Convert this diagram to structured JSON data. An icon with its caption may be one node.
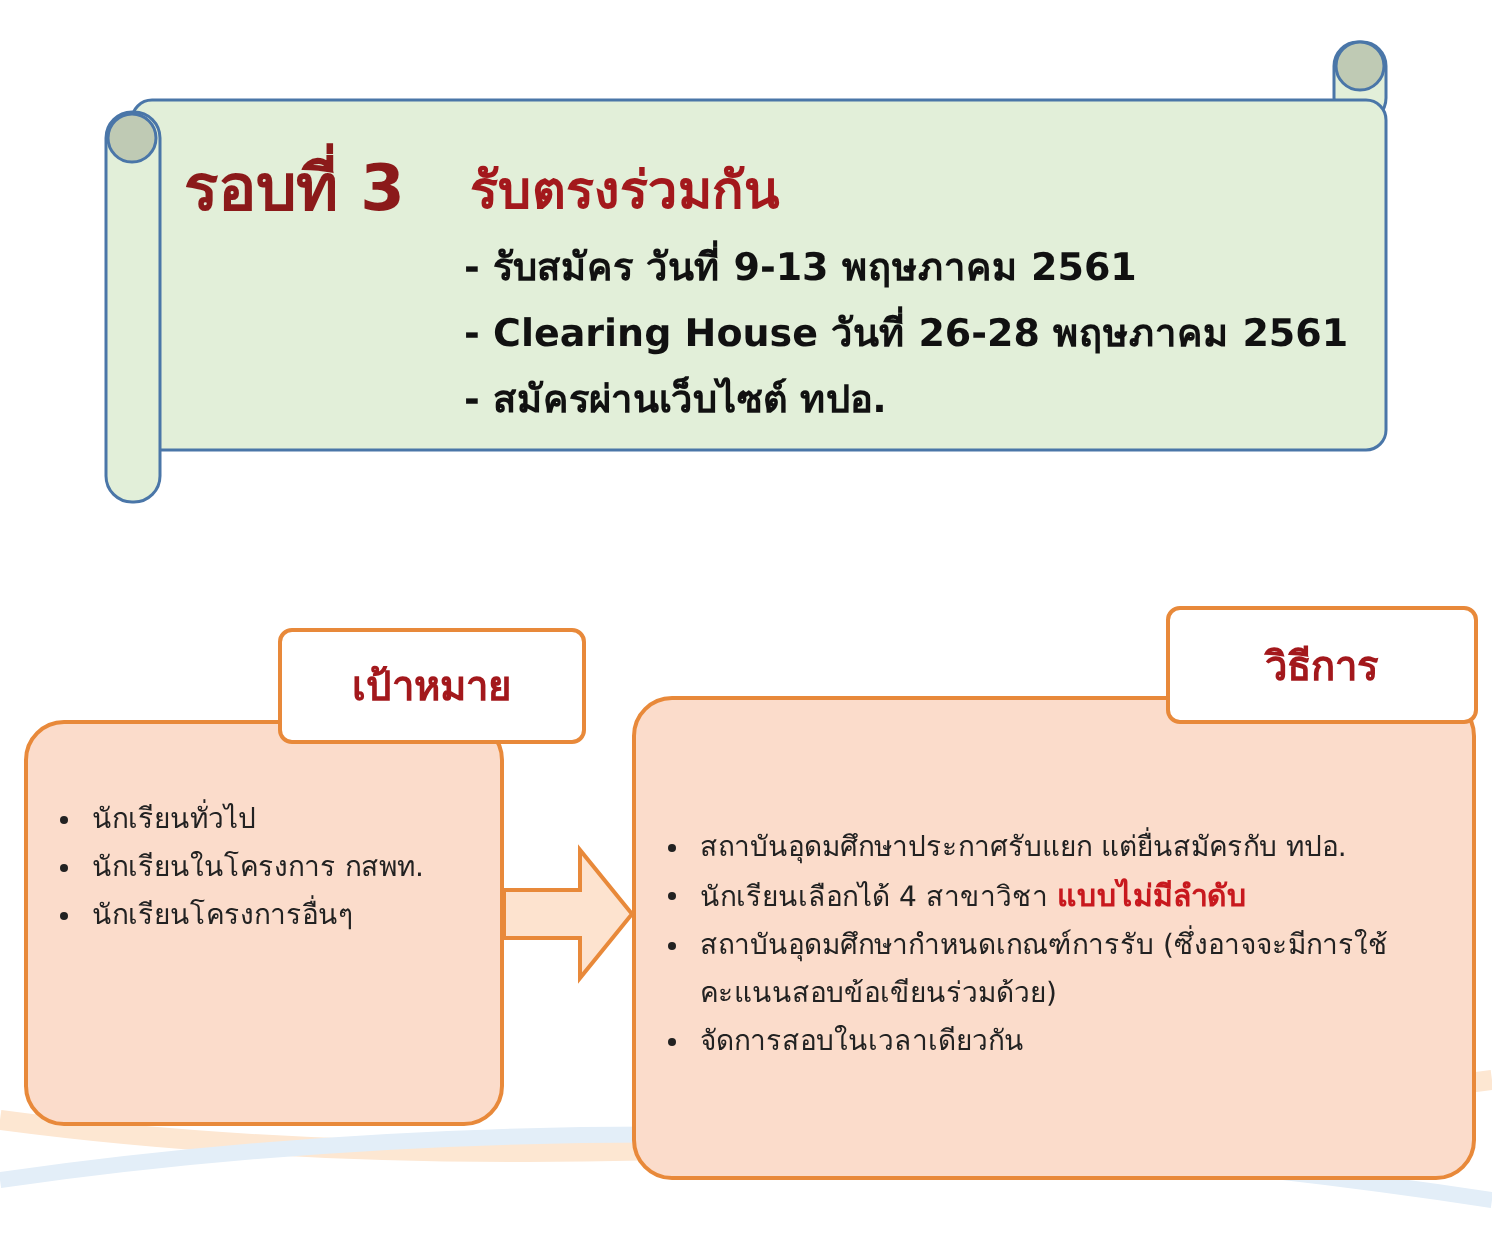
{
  "diagram": {
    "nodes": [
      {
        "text": [
          "รอบที่ 3",
          "รับตรงร่วมกัน",
          "- รับสมัคร วันที่ 9-13 พฤษภาคม 2561",
          "- Clearing House วันที่ 26-28 พฤษภาคม 2561",
          "- สมัครผ่านเว็บไซต์ ทปอ."
        ]
      },
      {
        "text": [
          "เป้าหมาย"
        ]
      },
      {
        "text": [
          "นักเรียนทั่วไป",
          "นักเรียนในโครงการ กสพท.",
          "นักเรียนโครงการอื่นๆ"
        ]
      },
      {
        "text": [
          "วิธีการ"
        ]
      },
      {
        "text": [
          "สถาบันอุดมศึกษาประกาศรับแยก แต่ยื่นสมัครกับ ทปอ.",
          "นักเรียนเลือกได้ 4 สาขาวิชา **แบบไม่มีลำดับ**",
          "สถาบันอุดมศึกษากำหนดเกณฑ์การรับ (ซึ่งอาจจะมีการใช้คะแนนสอบข้อเขียนร่วมด้วย)",
          "จัดการสอบในเวลาเดียวกัน"
        ]
      }
    ],
    "edges": [
      {
        "from": 2,
        "to": 4,
        "arrow": "to"
      }
    ]
  }
}
